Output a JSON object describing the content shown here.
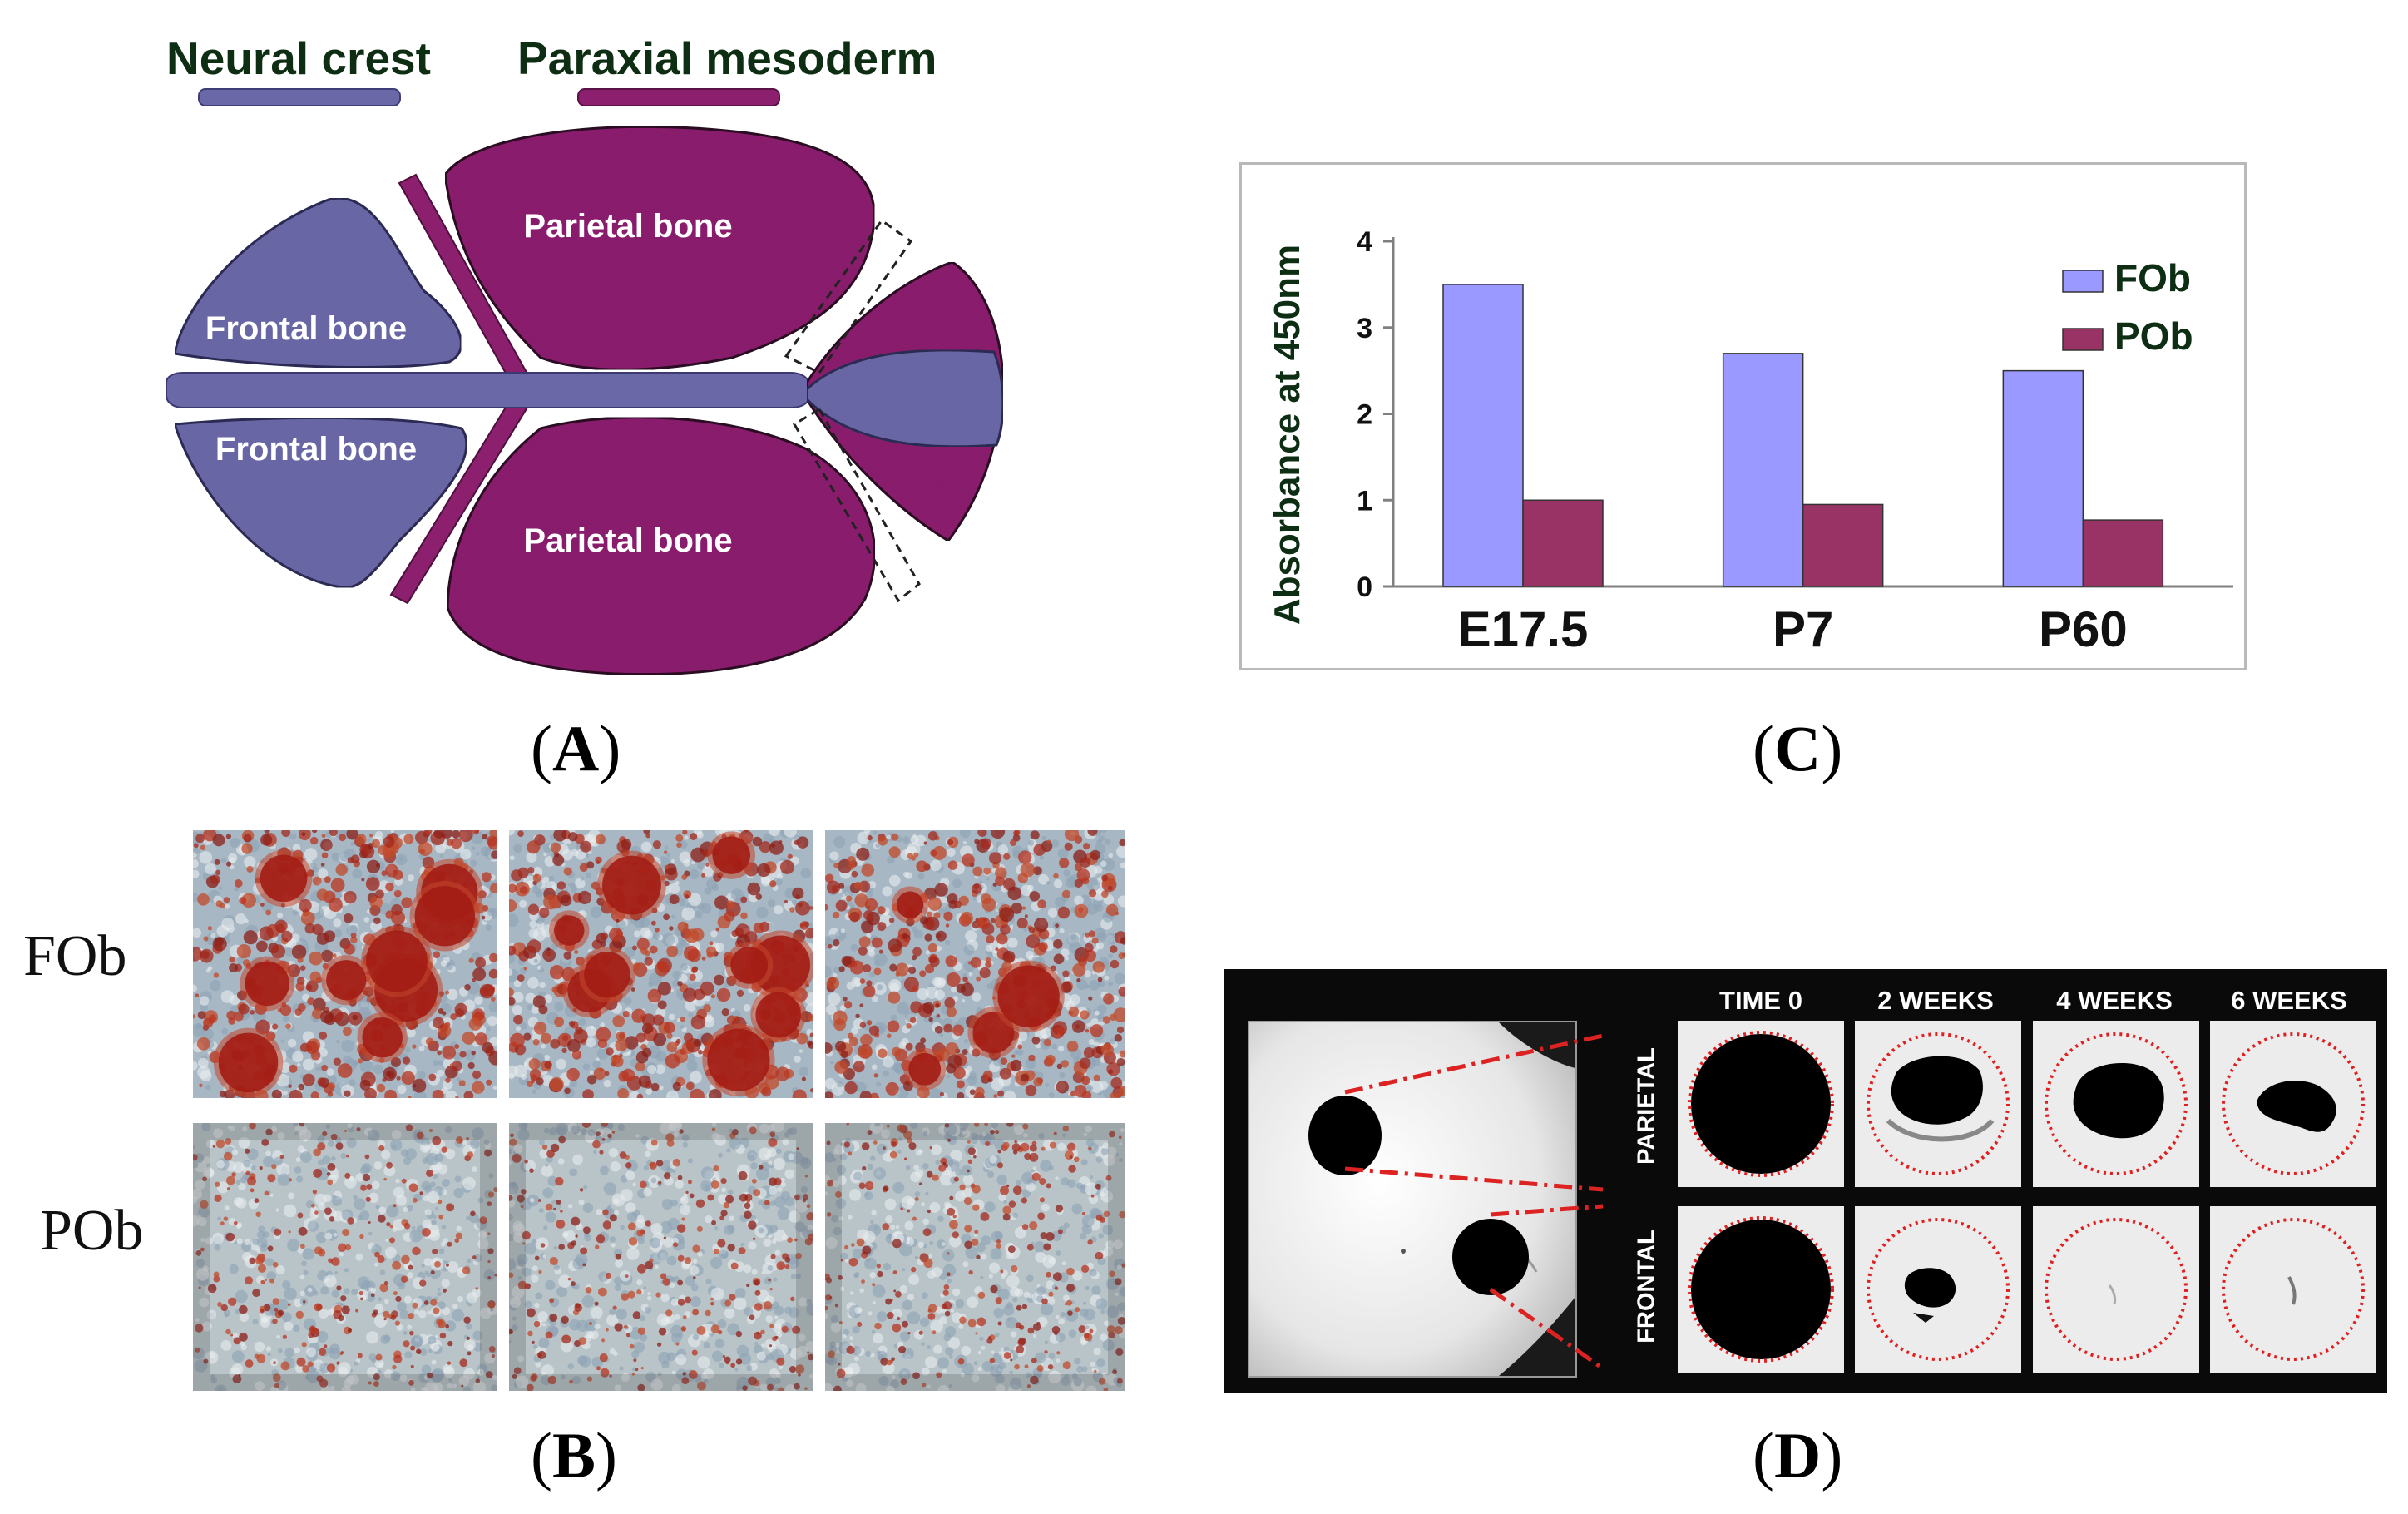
{
  "figure": {
    "panel_a": {
      "label_letter": "A",
      "legend_neural_crest": "Neural crest",
      "legend_paraxial_mesoderm": "Paraxial mesoderm",
      "bone_parietal_top": "Parietal bone",
      "bone_parietal_bottom": "Parietal bone",
      "bone_frontal_top": "Frontal bone",
      "bone_frontal_bottom": "Frontal bone",
      "colors": {
        "neural_crest": "#6b68a8",
        "paraxial_mesoderm": "#8c1f6e"
      }
    },
    "panel_b": {
      "label_letter": "B",
      "row_fob": "FOb",
      "row_pob": "POb"
    },
    "panel_c": {
      "label_letter": "C"
    },
    "panel_d": {
      "label_letter": "D",
      "col_time0": "TIME 0",
      "col_2weeks": "2 WEEKS",
      "col_4weeks": "4 WEEKS",
      "col_6weeks": "6 WEEKS",
      "row_parietal": "PARIETAL",
      "row_frontal": "FRONTAL"
    }
  },
  "chart_data": {
    "type": "bar",
    "categories": [
      "E17.5",
      "P7",
      "P60"
    ],
    "series": [
      {
        "name": "FOb",
        "values": [
          3.5,
          2.7,
          2.5
        ],
        "color": "#9999ff"
      },
      {
        "name": "POb",
        "values": [
          1.0,
          0.95,
          0.77
        ],
        "color": "#993366"
      }
    ],
    "ylabel": "Absorbance at 450nm",
    "ylim": [
      0,
      4
    ],
    "yticks": [
      "0",
      "1",
      "2",
      "3",
      "4"
    ],
    "grid": false,
    "legend": "top-right"
  }
}
